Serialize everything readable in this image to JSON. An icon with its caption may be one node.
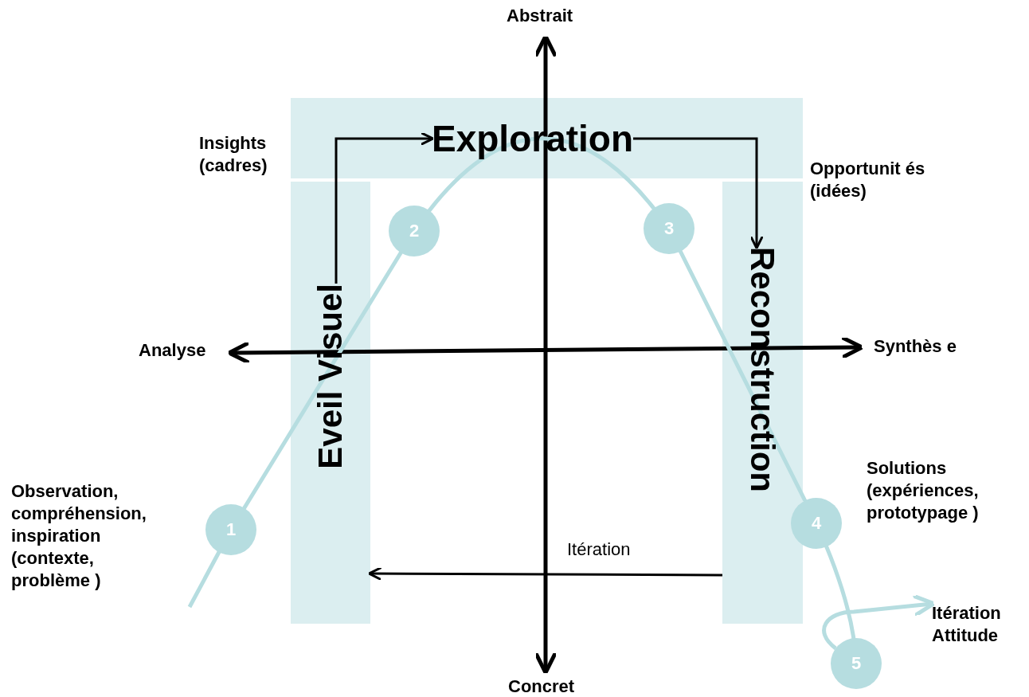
{
  "diagram": {
    "nodes": [
      {
        "text": [
          "Exploration"
        ]
      },
      {
        "text": [
          "Eveil Visuel"
        ]
      },
      {
        "text": [
          "Reconstruction"
        ]
      },
      {
        "text": [
          "1"
        ]
      },
      {
        "text": [
          "2"
        ]
      },
      {
        "text": [
          "3"
        ]
      },
      {
        "text": [
          "4"
        ]
      },
      {
        "text": [
          "5"
        ]
      },
      {
        "text": [
          "Itération Attitude"
        ]
      }
    ],
    "edges": [
      {
        "from": 1,
        "to": 0,
        "arrow": "to"
      },
      {
        "from": 0,
        "to": 2,
        "arrow": "to"
      },
      {
        "from": 2,
        "to": 1,
        "arrow": "to",
        "label": "Itération"
      },
      {
        "from": 7,
        "to": 8,
        "arrow": "to",
        "color": "#b6dde0"
      }
    ],
    "labels": [
      "Abstrait",
      "Insights (cadres)",
      "Opportunit és (idées)",
      "Analyse",
      "Synthès e",
      "Solutions (expériences, prototypage )",
      "Observation, compréhension, inspiration (contexte, problème )",
      "Concret"
    ]
  }
}
